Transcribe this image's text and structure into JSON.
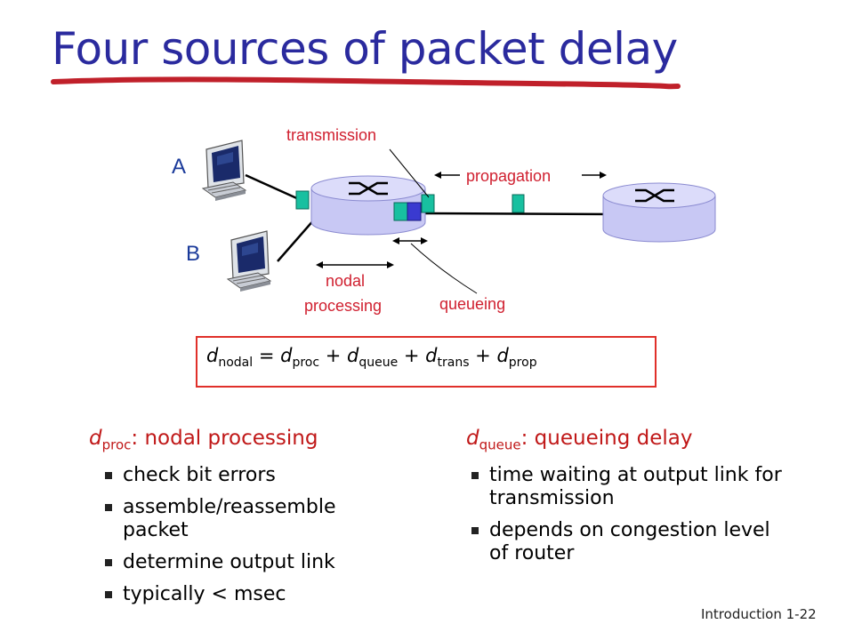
{
  "title": "Four sources of packet delay",
  "diagram": {
    "labels": {
      "transmission": "transmission",
      "propagation": "propagation",
      "nodal_processing_line1": "nodal",
      "nodal_processing_line2": "processing",
      "queueing": "queueing",
      "host_a": "A",
      "host_b": "B"
    }
  },
  "formula": {
    "lhs_symbol": "d",
    "lhs_sub": "nodal",
    "equals": " = ",
    "terms": [
      {
        "symbol": "d",
        "sub": "proc"
      },
      {
        "symbol": "d",
        "sub": "queue"
      },
      {
        "symbol": "d",
        "sub": "trans"
      },
      {
        "symbol": "d",
        "sub": "prop"
      }
    ],
    "plus": " + "
  },
  "left_column": {
    "heading_symbol": "d",
    "heading_sub": "proc",
    "heading_text": ": nodal processing",
    "bullets": [
      "check bit errors",
      "assemble/reassemble packet",
      "determine output link",
      "typically < msec"
    ]
  },
  "right_column": {
    "heading_symbol": "d",
    "heading_sub": "queue",
    "heading_text": ": queueing delay",
    "bullets": [
      "time waiting at output link for transmission",
      "depends on congestion level of router"
    ]
  },
  "footer": {
    "section": "Introduction",
    "page": "1-22"
  },
  "colors": {
    "title": "#2a2a9e",
    "title_underline": "#c0202a",
    "label_red": "#d02030",
    "router_fill": "#c8c8f4",
    "packet_green": "#18c0a0",
    "packet_blue": "#3a3ad0",
    "formula_border": "#e0302a"
  }
}
